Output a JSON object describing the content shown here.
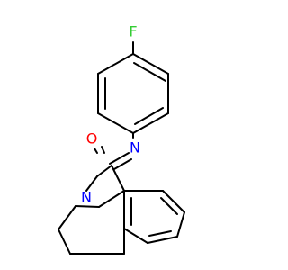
{
  "molecule": {
    "atoms": {
      "fluorine": "F",
      "imine_nitrogen": "N",
      "carbonyl_oxygen": "O",
      "ring_nitrogen": "N"
    },
    "colors": {
      "bond": "#000000",
      "F": "#33cc33",
      "O": "#ff0000",
      "N": "#0000ff"
    }
  }
}
